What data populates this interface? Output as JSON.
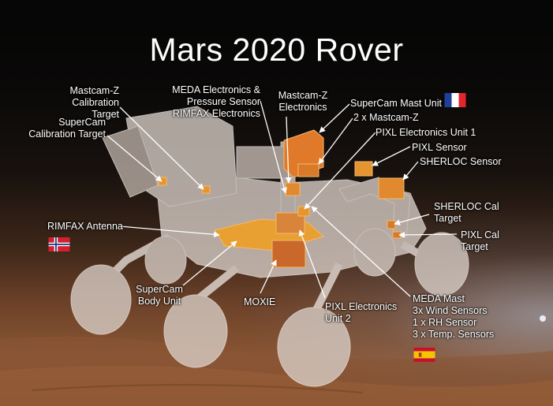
{
  "title": "Mars 2020 Rover",
  "labels": {
    "mastcam_cal": "Mastcam-Z\nCalibration Target",
    "supercam_cal": "SuperCam\nCalibration Target",
    "meda_electronics": "MEDA Electronics &\nPressure Sensor\nRIMFAX Electronics",
    "mastcam_elec": "Mastcam-Z\nElectronics",
    "supercam_mast": "SuperCam Mast Unit",
    "mastcam_2x": "2 x Mastcam-Z",
    "pixl_eu1": "PIXL Electronics Unit 1",
    "pixl_sensor": "PIXL Sensor",
    "sherloc_sensor": "SHERLOC Sensor",
    "rimfax_antenna": "RIMFAX Antenna",
    "sherloc_cal": "SHERLOC Cal\nTarget",
    "pixl_cal": "PIXL Cal\nTarget",
    "supercam_body": "SuperCam\nBody Unit",
    "moxie": "MOXIE",
    "pixl_eu2": "PIXL Electronics\nUnit 2",
    "meda_mast": "MEDA Mast\n3x Wind Sensors\n1 x RH Sensor\n3 x Temp. Sensors"
  },
  "flags": {
    "france": "france-flag",
    "norway": "norway-flag",
    "spain": "spain-flag"
  },
  "colors": {
    "instrument": "#e0892f",
    "instrument_dark": "#b35a1a",
    "rover_body": "#d9cfc8",
    "text": "#ffffff"
  }
}
